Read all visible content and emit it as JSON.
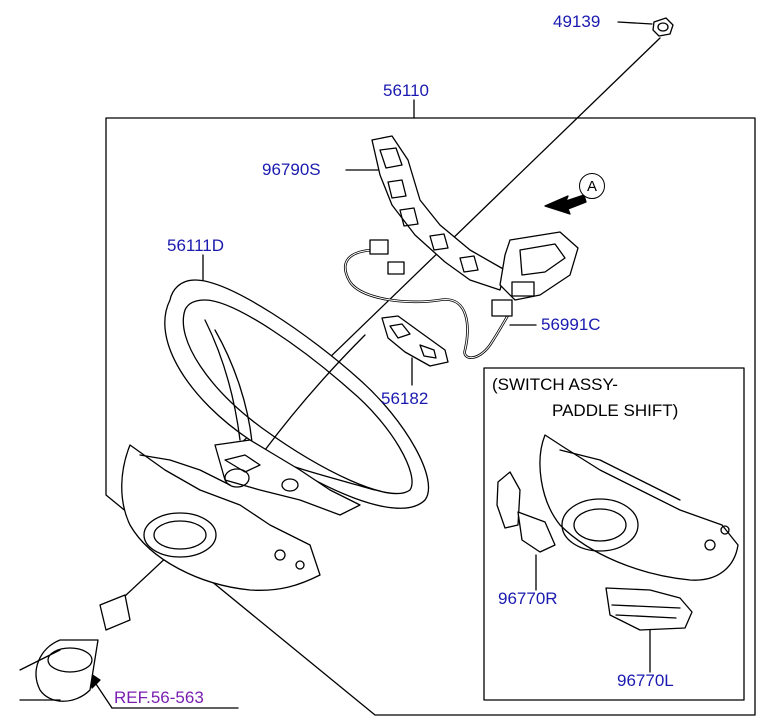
{
  "parts": {
    "p49139": "49139",
    "p56110": "56110",
    "p96790s": "96790S",
    "p56111d": "56111D",
    "p56991c": "56991C",
    "p56182": "56182",
    "p96770r": "96770R",
    "p96770l": "96770L"
  },
  "reference": "REF.56-563",
  "callout": "A",
  "switch_box": {
    "line1": "(SWITCH ASSY-",
    "line2": "PADDLE SHIFT)"
  },
  "colors": {
    "part_label": "#1a1ab0",
    "ref_label": "#7a1fb0",
    "line": "#000000"
  }
}
